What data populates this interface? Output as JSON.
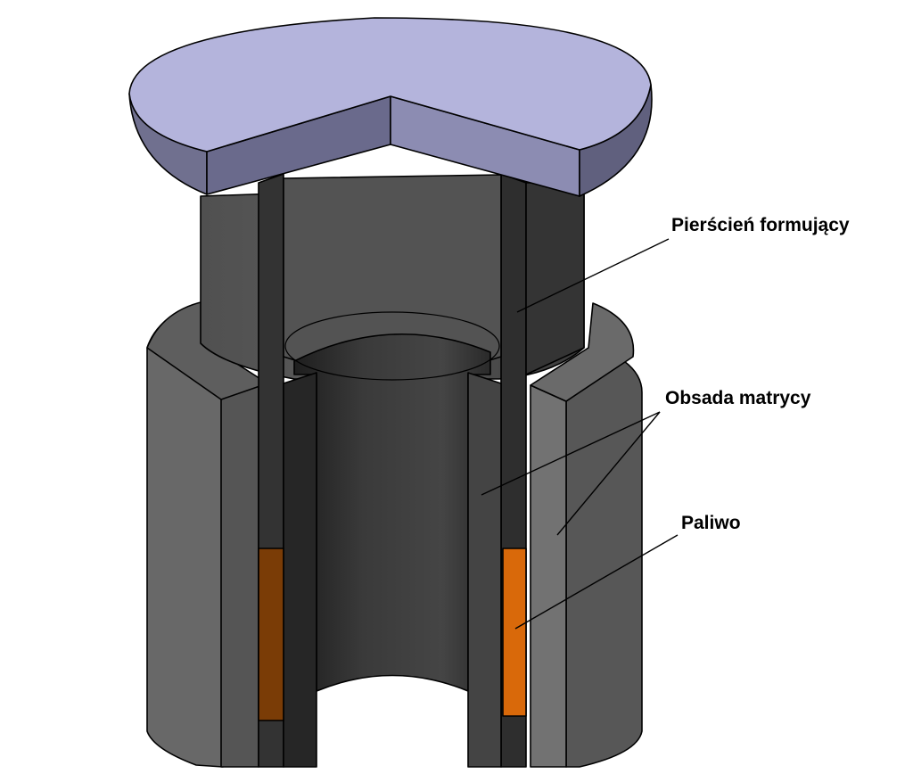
{
  "labels": {
    "ring": "Pierścień formujący",
    "holder": "Obsada matrycy",
    "fuel": "Paliwo"
  },
  "colors": {
    "cap_top": "#b4b4dc",
    "cap_side": "#70708f",
    "cap_side_front": "#8c8cb2",
    "holder_outer_left": "#686868",
    "holder_outer_right": "#575757",
    "holder_top": "#5a5a5a",
    "holder_cut_face": "#4a4a4a",
    "ring_cylinder": "#3e3e3e",
    "ring_inner": "#525252",
    "ring_wall": "#2e2e2e",
    "bore": "#2c2c2c",
    "fuel_left": "#7a3c06",
    "fuel_right": "#d9690a"
  }
}
